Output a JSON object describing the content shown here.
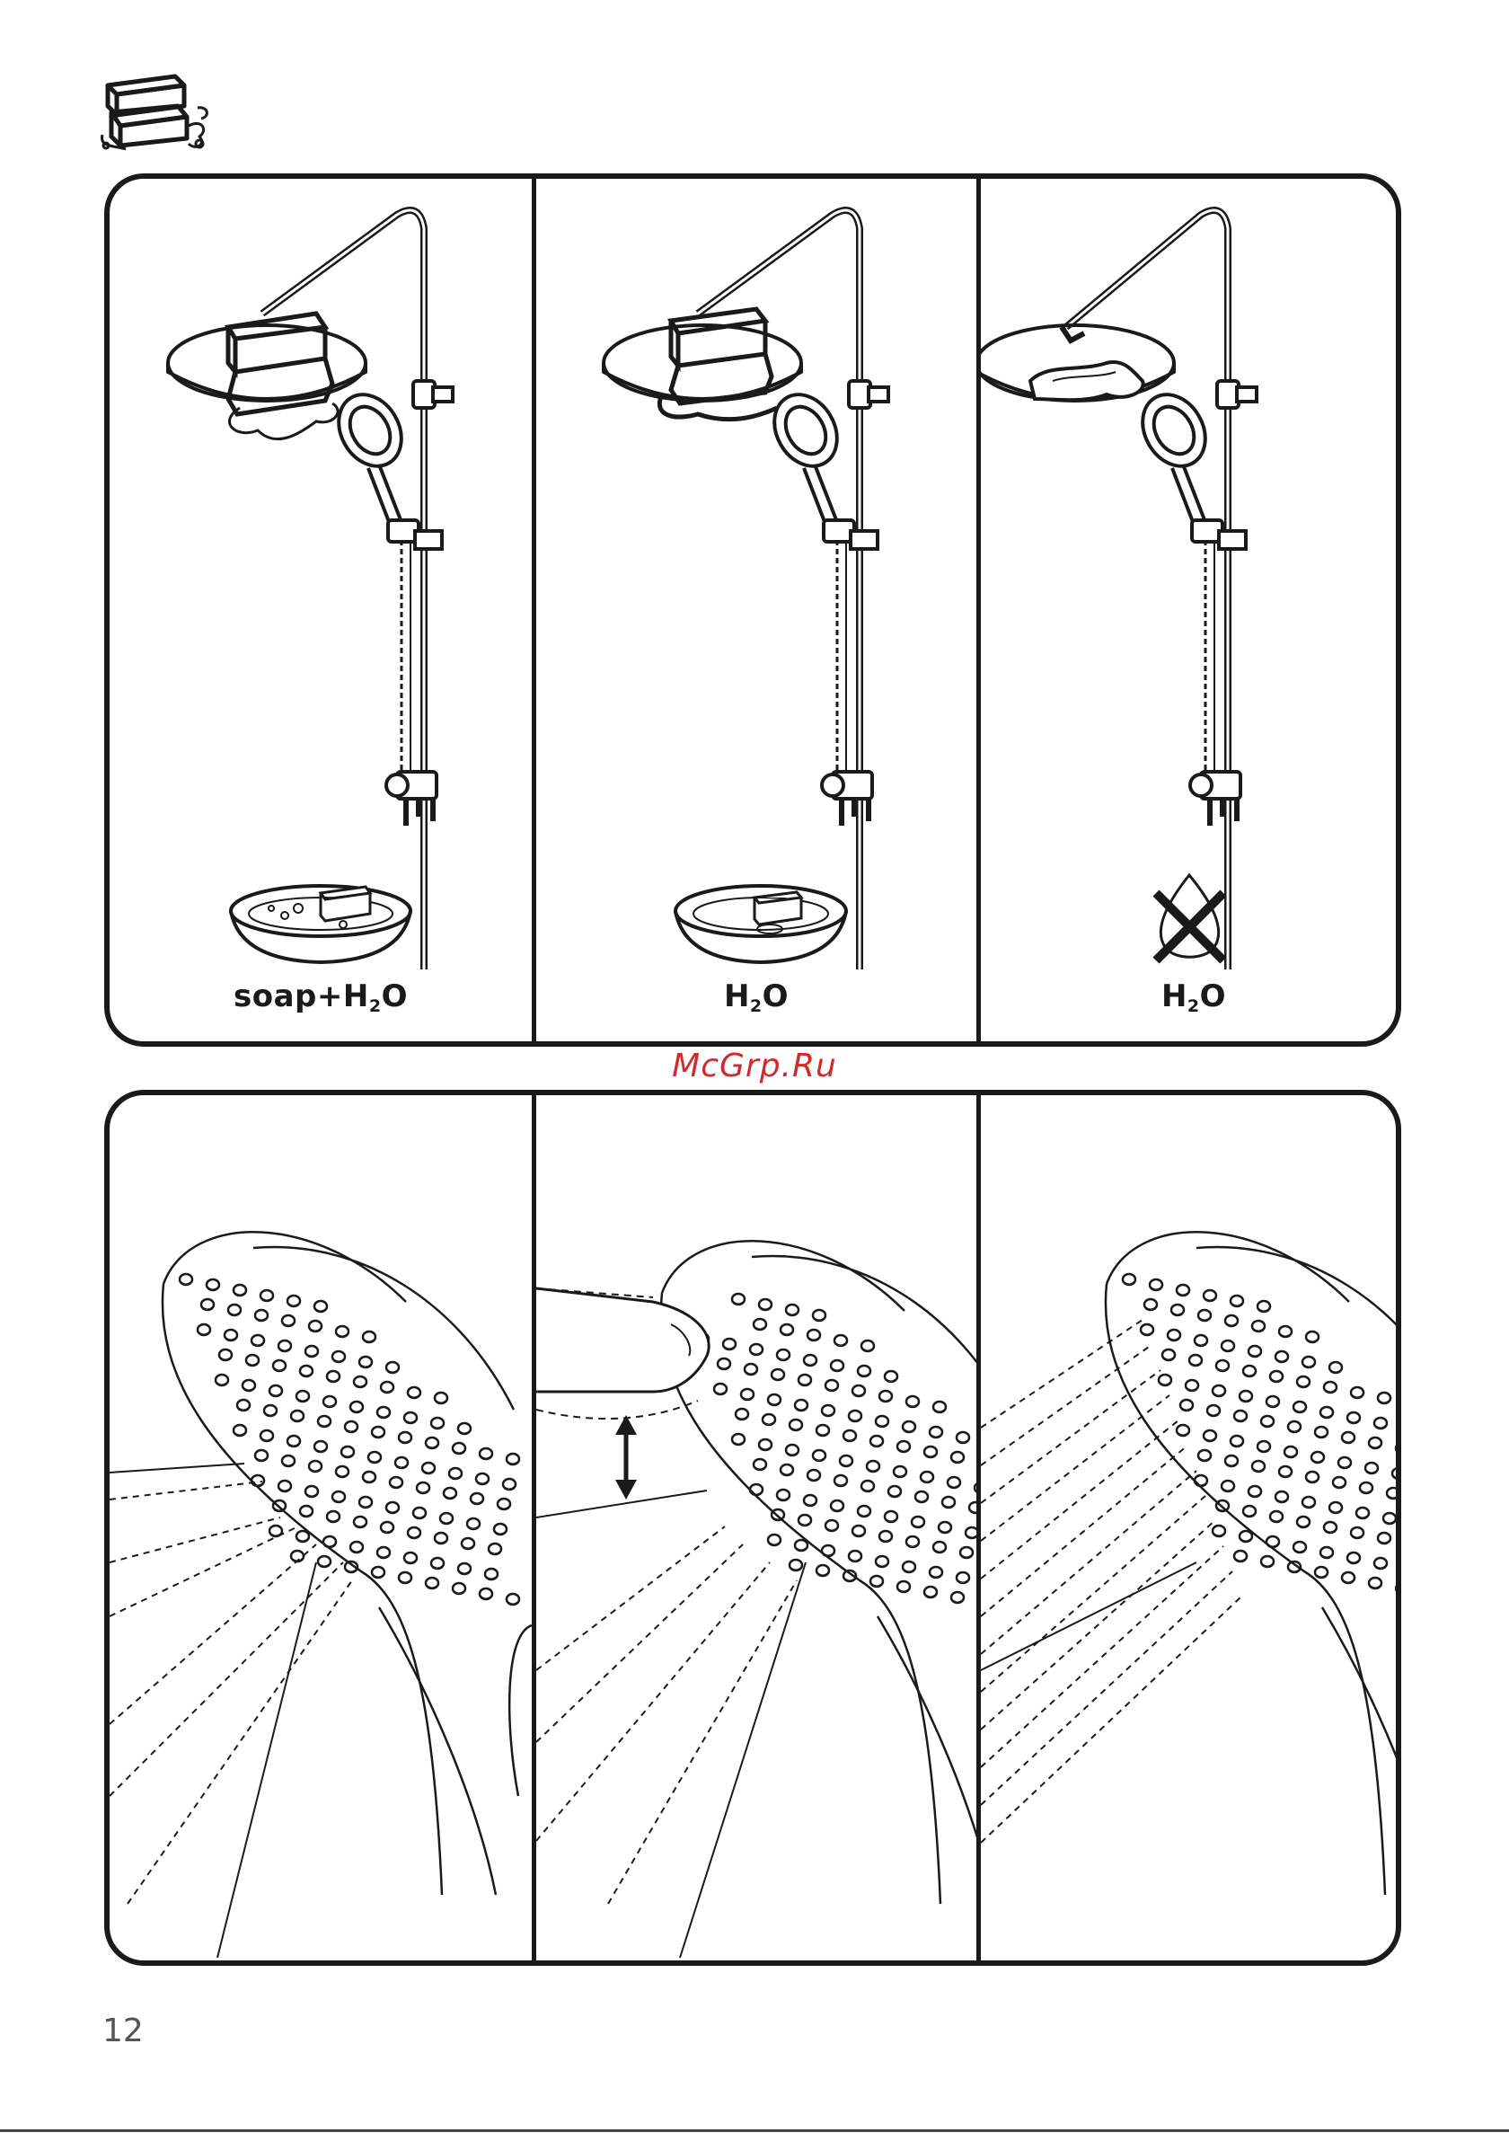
{
  "header": {
    "icon": "sponge-cleaning-icon"
  },
  "steps": [
    {
      "label_main": "soap+H",
      "label_sub": "2",
      "label_tail": "O",
      "icon": "soap-water-bowl-icon"
    },
    {
      "label_main": "H",
      "label_sub": "2",
      "label_tail": "O",
      "icon": "water-bowl-icon"
    },
    {
      "label_main": "H",
      "label_sub": "2",
      "label_tail": "O",
      "icon": "no-water-drop-icon"
    }
  ],
  "detail_views": [
    {
      "icon": "shower-head-spray-icon"
    },
    {
      "icon": "shower-head-rub-nozzles-icon"
    },
    {
      "icon": "shower-head-clean-spray-icon"
    }
  ],
  "watermark": "McGrp.Ru",
  "page_number": "12"
}
